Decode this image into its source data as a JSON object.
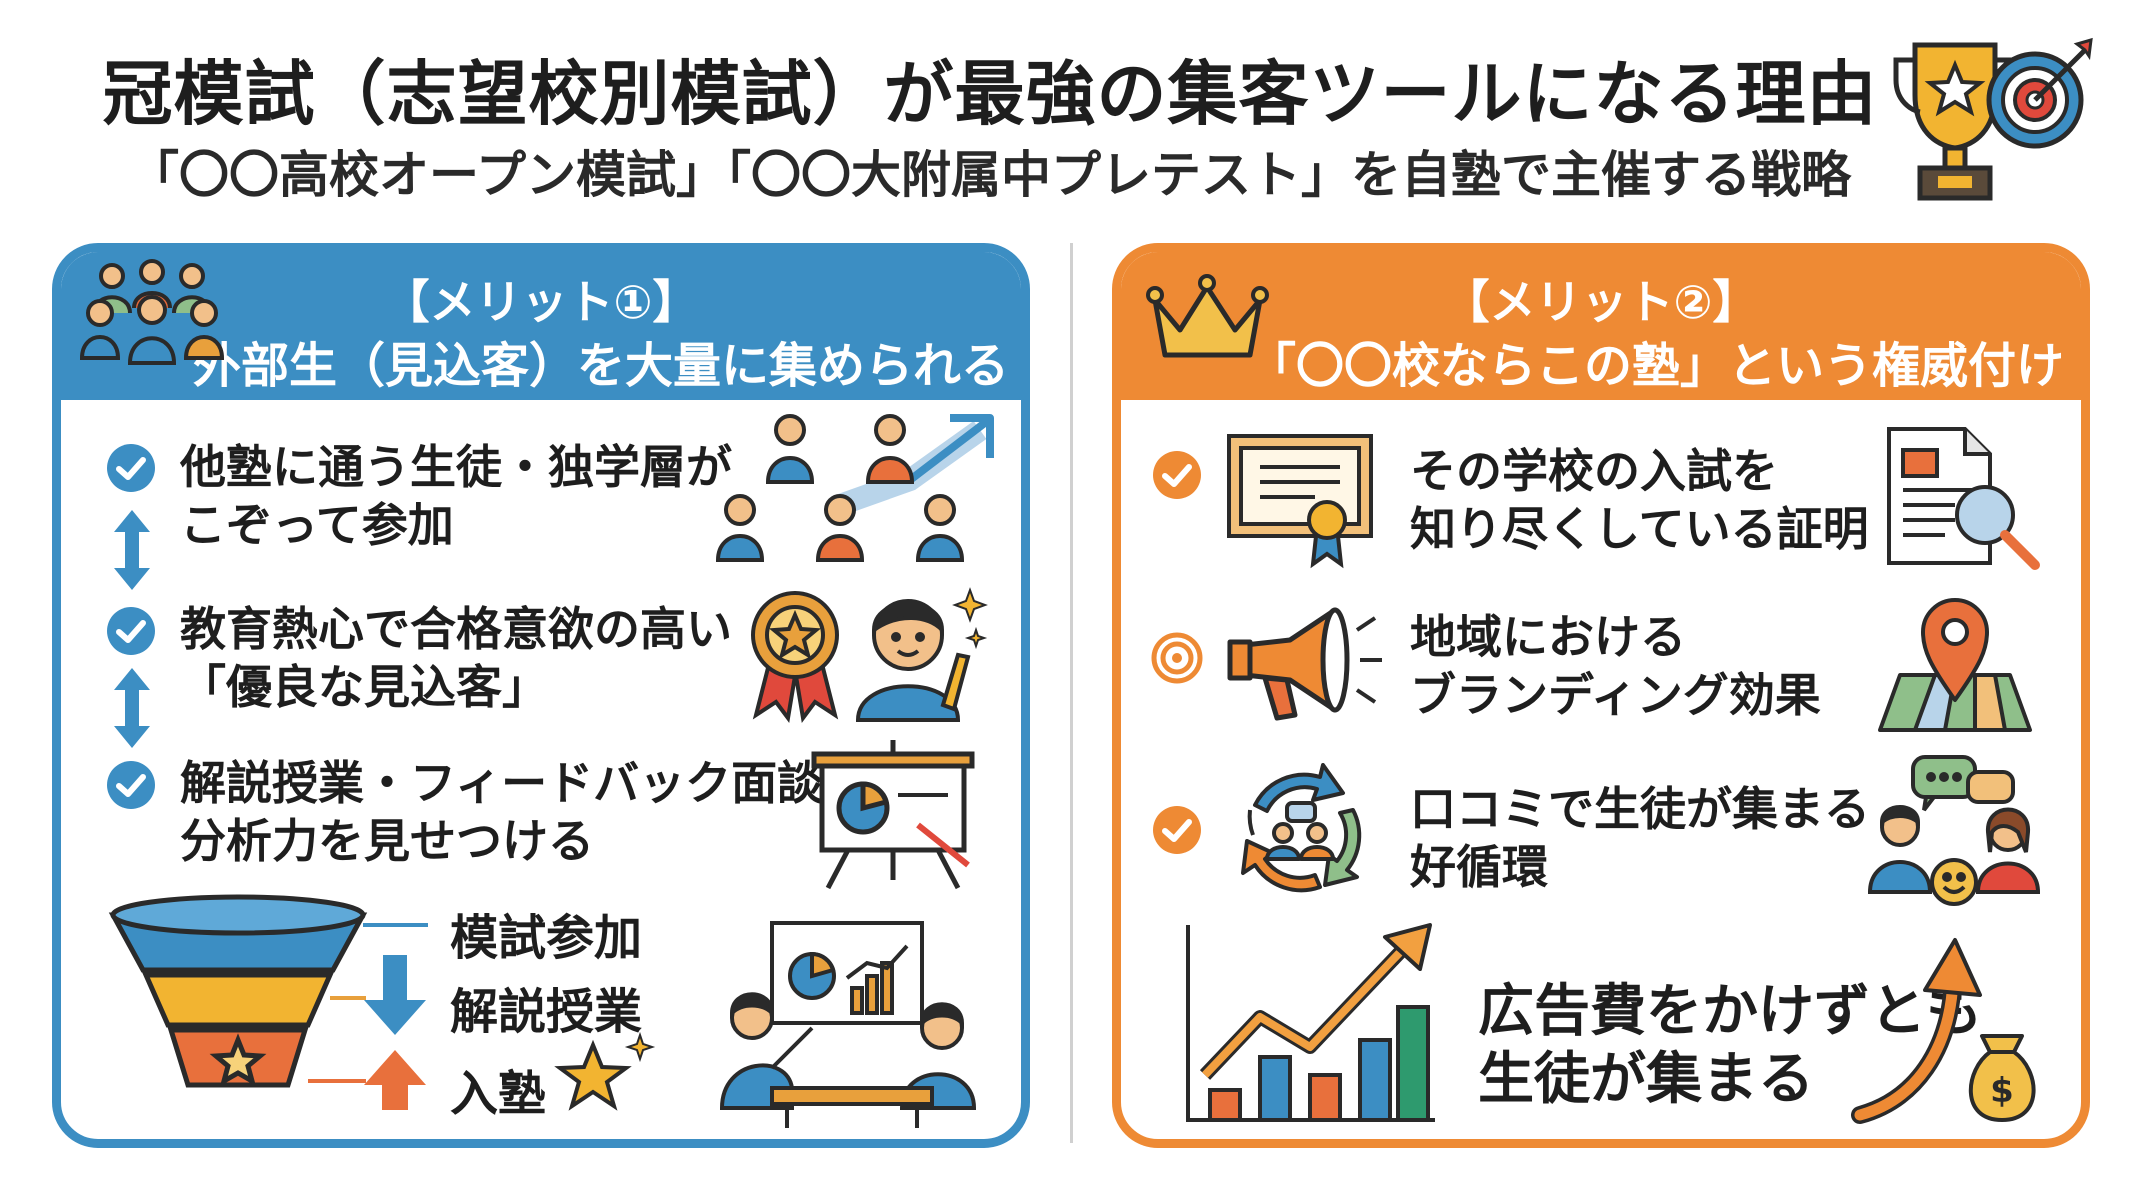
{
  "header": {
    "title": "冠模試（志望校別模試）が最強の集客ツールになる理由",
    "subtitle": "「〇〇高校オープン模試」「〇〇大附属中プレテスト」を自塾で主催する戦略"
  },
  "left_panel": {
    "heading1": "【メリット①】",
    "heading2": "外部生（見込客）を大量に集められる",
    "items": [
      {
        "line1": "他塾に通う生徒・独学層が",
        "line2": "こぞって参加"
      },
      {
        "line1": "教育熱心で合格意欲の高い",
        "line2": "「優良な見込客」"
      },
      {
        "line1": "解説授業・フィードバック面談で",
        "line2": "分析力を見せつける"
      }
    ],
    "funnel": [
      "模試参加",
      "解説授業",
      "入塾"
    ]
  },
  "right_panel": {
    "heading1": "【メリット②】",
    "heading2": "「〇〇校ならこの塾」という権威付け",
    "items": [
      {
        "line1": "その学校の入試を",
        "line2": "知り尽くしている証明"
      },
      {
        "line1": "地域における",
        "line2": "ブランディング効果"
      },
      {
        "line1": "口コミで生徒が集まる",
        "line2": "好循環"
      }
    ],
    "bottom_line1": "広告費をかけずとも",
    "bottom_line2": "生徒が集まる"
  },
  "colors": {
    "blue": "#3c8ec3",
    "orange": "#ee8a34",
    "dark": "#1e1e1e"
  },
  "icons": [
    "trophy-icon",
    "target-icon",
    "people-group-icon",
    "crown-icon",
    "check-icon",
    "up-down-arrow-icon",
    "students-arrow-icon",
    "medal-icon",
    "student-icon",
    "presentation-board-icon",
    "funnel-icon",
    "meeting-icon",
    "certificate-icon",
    "document-search-icon",
    "megaphone-icon",
    "map-pin-icon",
    "cycle-icon",
    "chat-people-icon",
    "growth-chart-icon",
    "money-bag-icon"
  ]
}
